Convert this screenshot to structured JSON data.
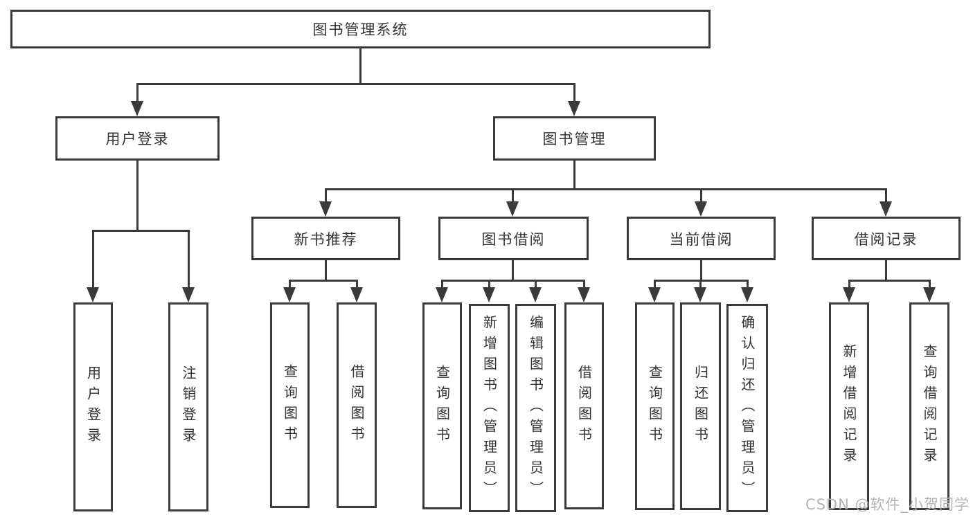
{
  "labels": {
    "root": "图书管理系统",
    "user_login": "用户登录",
    "book_mgmt": "图书管理",
    "new_books": "新书推荐",
    "book_borrow": "图书借阅",
    "current_borrow": "当前借阅",
    "borrow_records": "借阅记录",
    "leaf_user_login": "用户登录",
    "leaf_logout": "注销登录",
    "leaf_nb_query": "查询图书",
    "leaf_nb_borrow": "借阅图书",
    "leaf_bb_query": "查询图书",
    "leaf_bb_add": "新增图书（管理员）",
    "leaf_bb_edit": "编辑图书（管理员）",
    "leaf_bb_borrow": "借阅图书",
    "leaf_cb_query": "查询图书",
    "leaf_cb_return": "归还图书",
    "leaf_cb_confirm": "确认归还（管理员）",
    "leaf_br_add": "新增借阅记录",
    "leaf_br_query": "查询借阅记录"
  },
  "hierarchy": {
    "root": "图书管理系统",
    "children": [
      {
        "label": "用户登录",
        "children": [
          {
            "label": "用户登录"
          },
          {
            "label": "注销登录"
          }
        ]
      },
      {
        "label": "图书管理",
        "children": [
          {
            "label": "新书推荐",
            "children": [
              {
                "label": "查询图书"
              },
              {
                "label": "借阅图书"
              }
            ]
          },
          {
            "label": "图书借阅",
            "children": [
              {
                "label": "查询图书"
              },
              {
                "label": "新增图书（管理员）"
              },
              {
                "label": "编辑图书（管理员）"
              },
              {
                "label": "借阅图书"
              }
            ]
          },
          {
            "label": "当前借阅",
            "children": [
              {
                "label": "查询图书"
              },
              {
                "label": "归还图书"
              },
              {
                "label": "确认归还（管理员）"
              }
            ]
          },
          {
            "label": "借阅记录",
            "children": [
              {
                "label": "新增借阅记录"
              },
              {
                "label": "查询借阅记录"
              }
            ]
          }
        ]
      }
    ]
  },
  "watermark": "CSDN @软件_小贺同学",
  "colors": {
    "line": "#3a3a3a",
    "box_border": "#3a3a3a",
    "text": "#333333",
    "watermark": "#b3b3b3",
    "background": "#ffffff"
  }
}
